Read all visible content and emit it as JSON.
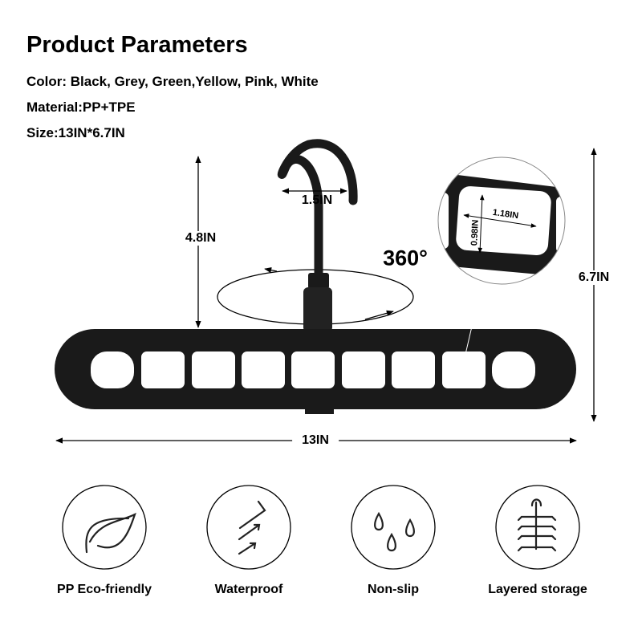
{
  "title": "Product Parameters",
  "specs": {
    "color": "Color: Black, Grey, Green,Yellow, Pink, White",
    "material": "Material:PP+TPE",
    "size": "Size:13IN*6.7IN"
  },
  "dimensions": {
    "hook_height": "4.8IN",
    "hook_width": "1.5IN",
    "rotation": "360°",
    "total_height": "6.7IN",
    "length": "13IN",
    "hole_width": "1.18IN",
    "hole_height": "0.98IN"
  },
  "features": [
    {
      "label": "PP Eco-friendly",
      "icon": "leaf-icon"
    },
    {
      "label": "Waterproof",
      "icon": "arrows-icon"
    },
    {
      "label": "Non-slip",
      "icon": "drops-icon"
    },
    {
      "label": "Layered storage",
      "icon": "hanger-icon"
    }
  ],
  "colors": {
    "product": "#1a1a1a",
    "text": "#000000"
  }
}
